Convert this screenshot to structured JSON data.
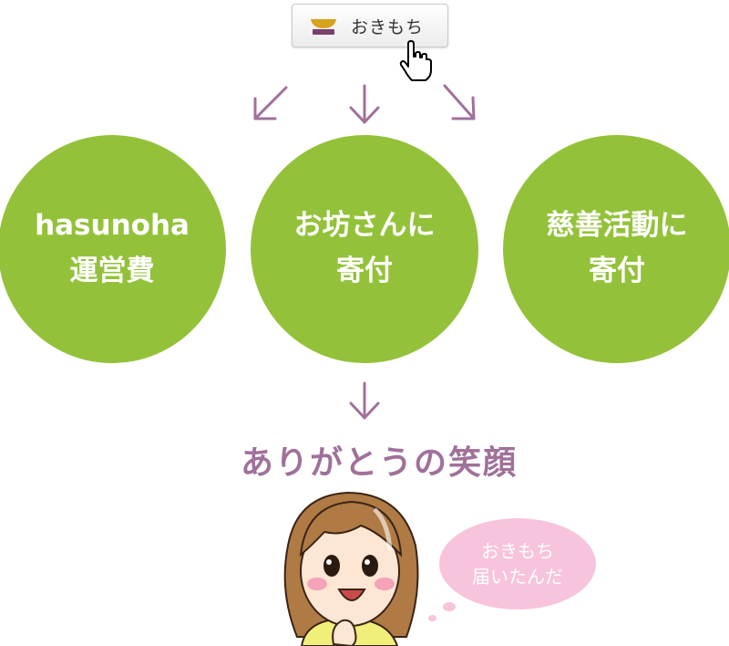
{
  "button": {
    "label": "おきもち"
  },
  "circles": [
    {
      "line1": "hasunoha",
      "line2": "運営費"
    },
    {
      "line1": "お坊さんに",
      "line2": "寄付"
    },
    {
      "line1": "慈善活動に",
      "line2": "寄付"
    }
  ],
  "result": {
    "title": "ありがとうの笑顔"
  },
  "bubble": {
    "line1": "おきもち",
    "line2": "届いたんだ"
  },
  "colors": {
    "circle_green": "#93c23a",
    "arrow_purple": "#a0719a",
    "bubble_pink": "#f8c3dc"
  }
}
